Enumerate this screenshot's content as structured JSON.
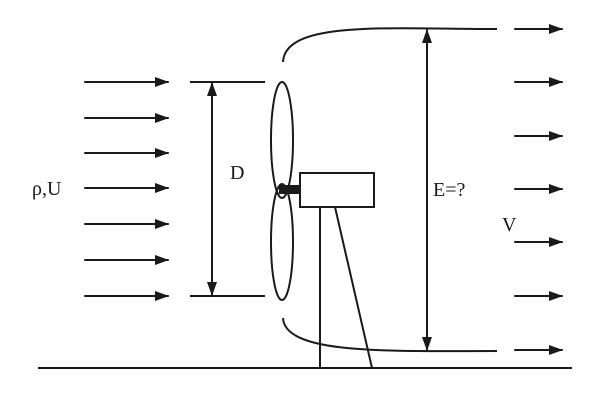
{
  "labels": {
    "inflow": "ρ,U",
    "rotor_diameter": "D",
    "wake_diameter": "E=?",
    "outflow_velocity": "V"
  },
  "colors": {
    "ink": "#1a1a1a",
    "background": "#ffffff"
  }
}
